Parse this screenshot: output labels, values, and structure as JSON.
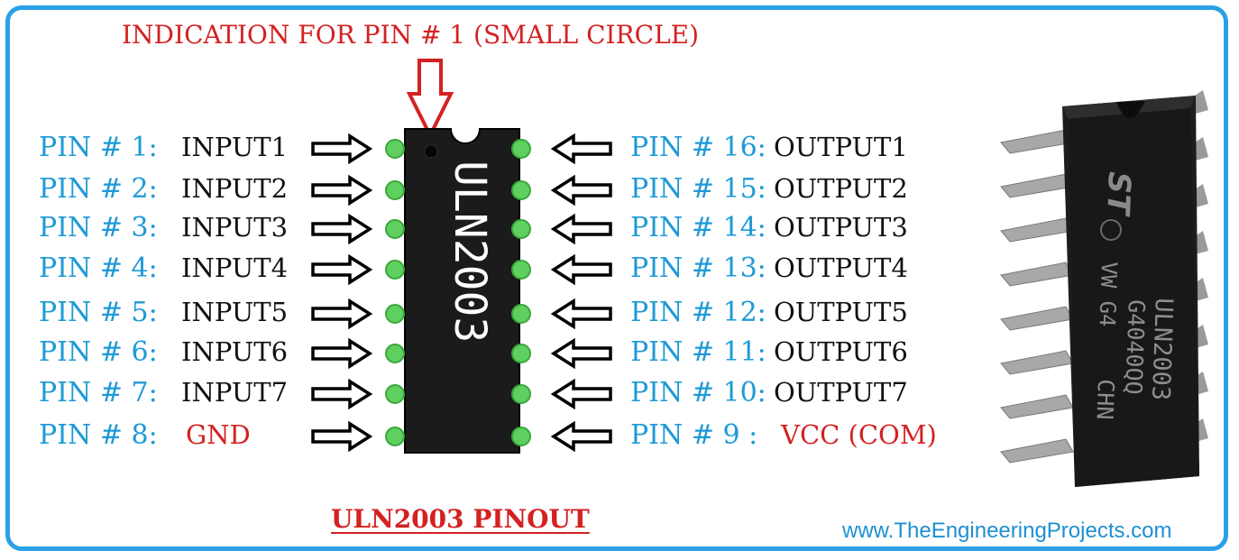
{
  "annotation": "INDICATION FOR PIN # 1 (SMALL CIRCLE)",
  "chip_label": "ULN2003",
  "caption": "ULN2003 PINOUT",
  "website": "www.TheEngineeringProjects.com",
  "photo_markings": {
    "logo": "ST",
    "lines": [
      "ULN2003",
      "G4040QQ",
      "CHN",
      "VW G4"
    ]
  },
  "left_pins": [
    {
      "pin": "PIN # 1:",
      "fn": "INPUT1"
    },
    {
      "pin": "PIN # 2:",
      "fn": "INPUT2"
    },
    {
      "pin": "PIN # 3:",
      "fn": "INPUT3"
    },
    {
      "pin": "PIN # 4:",
      "fn": "INPUT4"
    },
    {
      "pin": "PIN # 5:",
      "fn": "INPUT5"
    },
    {
      "pin": "PIN # 6:",
      "fn": "INPUT6"
    },
    {
      "pin": "PIN # 7:",
      "fn": "INPUT7"
    },
    {
      "pin": "PIN # 8:",
      "fn": "GND"
    }
  ],
  "right_pins": [
    {
      "pin": "PIN # 16:",
      "fn": "OUTPUT1"
    },
    {
      "pin": "PIN # 15:",
      "fn": "OUTPUT2"
    },
    {
      "pin": "PIN # 14:",
      "fn": "OUTPUT3"
    },
    {
      "pin": "PIN # 13:",
      "fn": "OUTPUT4"
    },
    {
      "pin": "PIN # 12:",
      "fn": "OUTPUT5"
    },
    {
      "pin": "PIN # 11:",
      "fn": "OUTPUT6"
    },
    {
      "pin": "PIN # 10:",
      "fn": "OUTPUT7"
    },
    {
      "pin": "PIN # 9 :",
      "fn": "VCC (COM)"
    }
  ],
  "colors": {
    "frame": "#2aa0e6",
    "pin_label": "#1e9ad6",
    "accent_red": "#d42121",
    "chip_body": "#1b1b1b",
    "pin_pad": "#5fcf5f"
  }
}
